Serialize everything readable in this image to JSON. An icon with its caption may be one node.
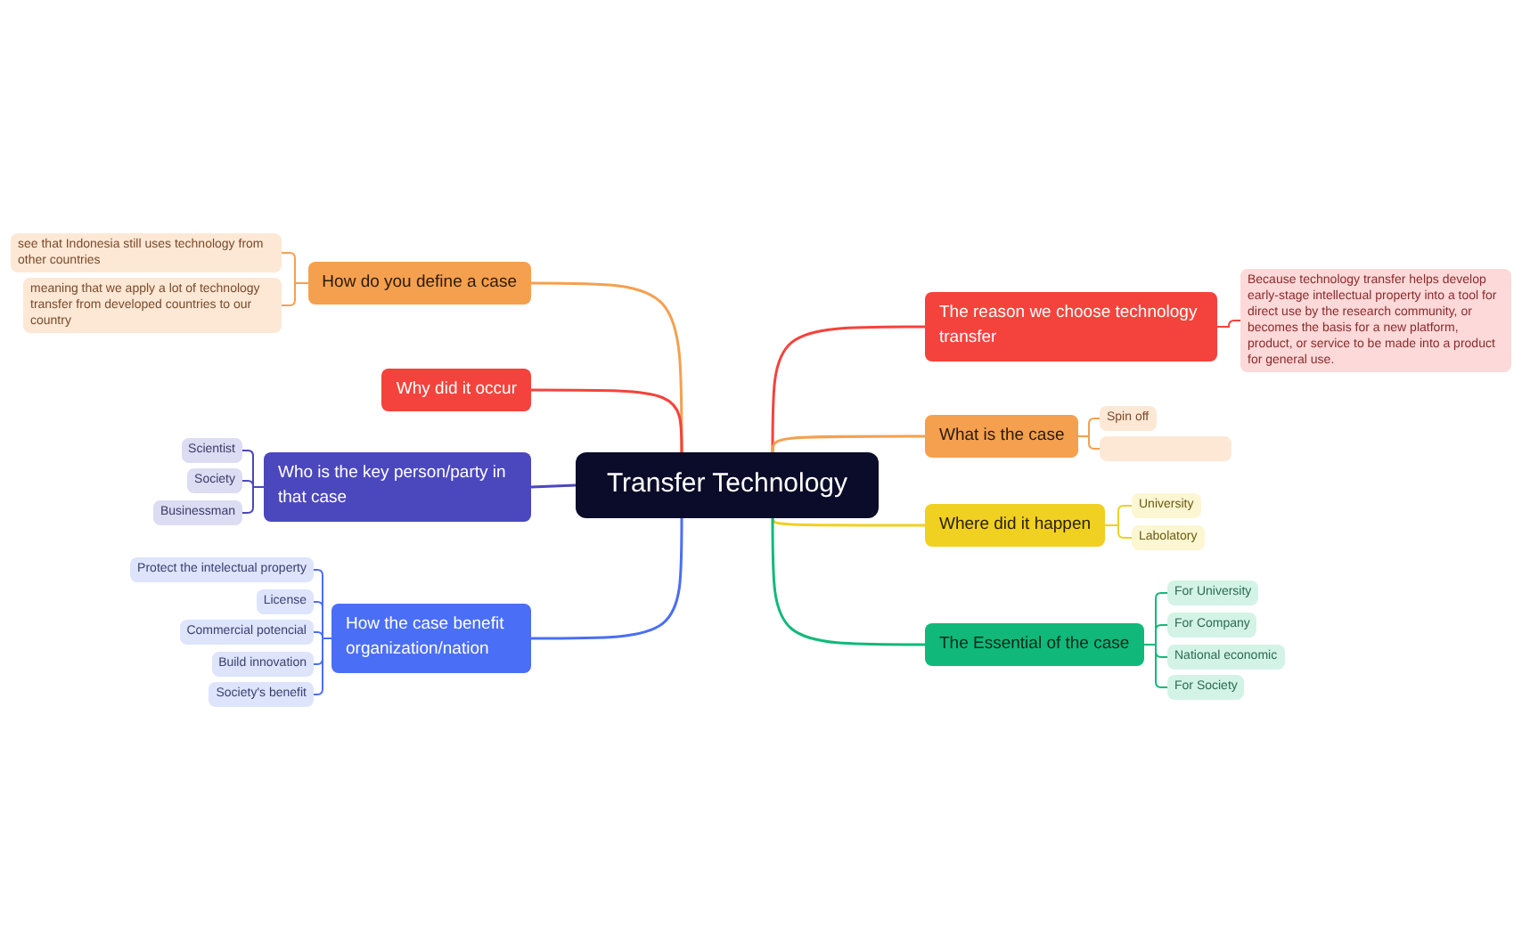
{
  "diagram": {
    "nodes": [
      {
        "text": [
          "Transfer Technology"
        ]
      },
      {
        "text": [
          "How do you define a case"
        ]
      },
      {
        "text": [
          "see that Indonesia still uses technology from other countries"
        ]
      },
      {
        "text": [
          "meaning that we apply a lot of technology transfer from developed countries to our country"
        ]
      },
      {
        "text": [
          "Why did it occur"
        ]
      },
      {
        "text": [
          "Who is the key person/party in that case"
        ]
      },
      {
        "text": [
          "Scientist"
        ]
      },
      {
        "text": [
          "Society"
        ]
      },
      {
        "text": [
          "Businessman"
        ]
      },
      {
        "text": [
          "How the case benefit organization/nation"
        ]
      },
      {
        "text": [
          "Protect the intelectual property"
        ]
      },
      {
        "text": [
          "License"
        ]
      },
      {
        "text": [
          "Commercial potencial"
        ]
      },
      {
        "text": [
          "Build innovation"
        ]
      },
      {
        "text": [
          "Society's benefit"
        ]
      },
      {
        "text": [
          "The reason we choose technology transfer"
        ]
      },
      {
        "text": [
          "Because technology transfer helps develop early-stage intellectual property into a tool for direct use by the research community, or becomes the basis for a new platform, product, or service to be made into a product for general use."
        ]
      },
      {
        "text": [
          "What is the case"
        ]
      },
      {
        "text": [
          "Spin off"
        ]
      },
      {
        "text": [],
        "shape": "box"
      },
      {
        "text": [
          "Where did it happen"
        ]
      },
      {
        "text": [
          "University"
        ]
      },
      {
        "text": [
          "Labolatory"
        ]
      },
      {
        "text": [
          "The Essential of the case"
        ]
      },
      {
        "text": [
          "For University"
        ]
      },
      {
        "text": [
          "For Company"
        ]
      },
      {
        "text": [
          "National economic"
        ]
      },
      {
        "text": [
          "For Society"
        ]
      }
    ],
    "edges": [
      {
        "from": 0,
        "to": 1,
        "arrow": "none",
        "color": "#f5a04f"
      },
      {
        "from": 1,
        "to": 2,
        "arrow": "none",
        "color": "#f5a04f"
      },
      {
        "from": 1,
        "to": 3,
        "arrow": "none",
        "color": "#f5a04f"
      },
      {
        "from": 0,
        "to": 4,
        "arrow": "none",
        "color": "#f4433c"
      },
      {
        "from": 0,
        "to": 5,
        "arrow": "none",
        "color": "#4b47bd"
      },
      {
        "from": 5,
        "to": 6,
        "arrow": "none",
        "color": "#4b47bd"
      },
      {
        "from": 5,
        "to": 7,
        "arrow": "none",
        "color": "#4b47bd"
      },
      {
        "from": 5,
        "to": 8,
        "arrow": "none",
        "color": "#4b47bd"
      },
      {
        "from": 0,
        "to": 9,
        "arrow": "none",
        "color": "#4a6ef5"
      },
      {
        "from": 9,
        "to": 10,
        "arrow": "none",
        "color": "#4a6ef5"
      },
      {
        "from": 9,
        "to": 11,
        "arrow": "none",
        "color": "#4a6ef5"
      },
      {
        "from": 9,
        "to": 12,
        "arrow": "none",
        "color": "#4a6ef5"
      },
      {
        "from": 9,
        "to": 13,
        "arrow": "none",
        "color": "#4a6ef5"
      },
      {
        "from": 9,
        "to": 14,
        "arrow": "none",
        "color": "#4a6ef5"
      },
      {
        "from": 0,
        "to": 15,
        "arrow": "none",
        "color": "#f4433c"
      },
      {
        "from": 15,
        "to": 16,
        "arrow": "none",
        "color": "#f4433c"
      },
      {
        "from": 0,
        "to": 17,
        "arrow": "none",
        "color": "#f5a04f"
      },
      {
        "from": 17,
        "to": 18,
        "arrow": "none",
        "color": "#f5a04f"
      },
      {
        "from": 17,
        "to": 19,
        "arrow": "none",
        "color": "#f5a04f"
      },
      {
        "from": 0,
        "to": 20,
        "arrow": "none",
        "color": "#f0d020"
      },
      {
        "from": 20,
        "to": 21,
        "arrow": "none",
        "color": "#f0d020"
      },
      {
        "from": 20,
        "to": 22,
        "arrow": "none",
        "color": "#f0d020"
      },
      {
        "from": 0,
        "to": 23,
        "arrow": "none",
        "color": "#10b97a"
      },
      {
        "from": 23,
        "to": 24,
        "arrow": "none",
        "color": "#10b97a"
      },
      {
        "from": 23,
        "to": 25,
        "arrow": "none",
        "color": "#10b97a"
      },
      {
        "from": 23,
        "to": 26,
        "arrow": "none",
        "color": "#10b97a"
      },
      {
        "from": 23,
        "to": 27,
        "arrow": "none",
        "color": "#10b97a"
      }
    ]
  }
}
